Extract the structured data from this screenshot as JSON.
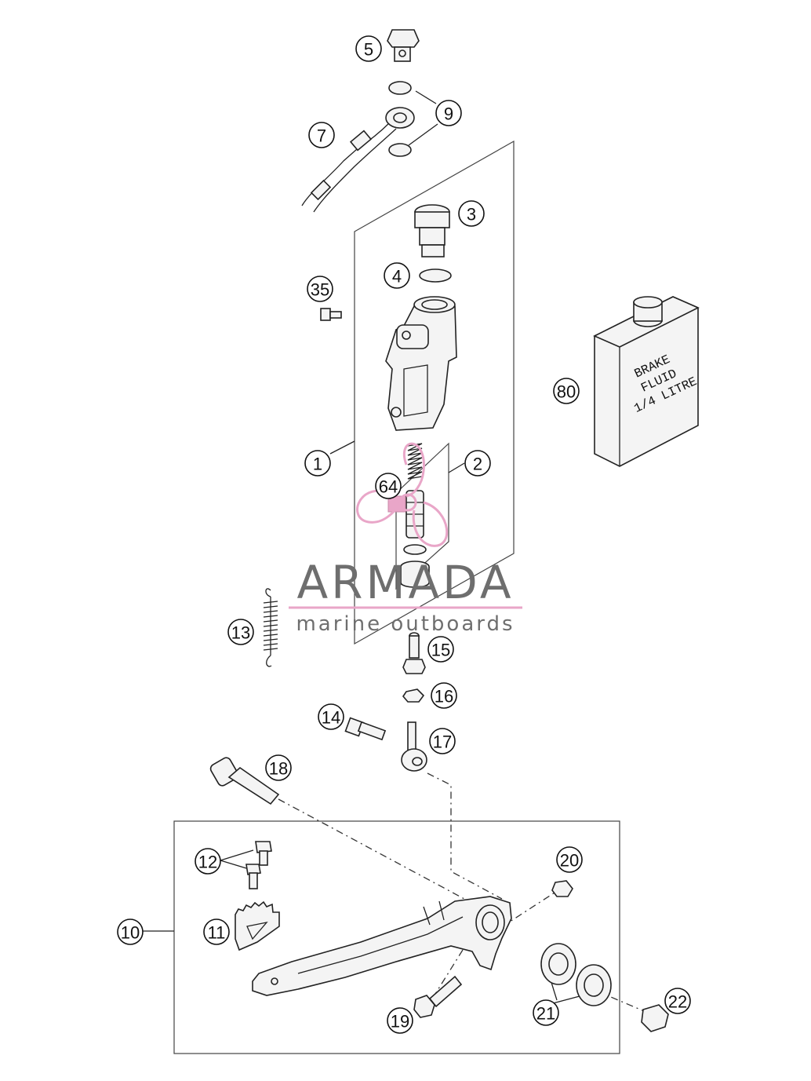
{
  "callouts": [
    {
      "id": "5",
      "label": "5"
    },
    {
      "id": "9",
      "label": "9"
    },
    {
      "id": "7",
      "label": "7"
    },
    {
      "id": "3",
      "label": "3"
    },
    {
      "id": "4",
      "label": "4"
    },
    {
      "id": "35",
      "label": "35"
    },
    {
      "id": "80",
      "label": "80"
    },
    {
      "id": "1",
      "label": "1"
    },
    {
      "id": "2",
      "label": "2"
    },
    {
      "id": "64",
      "label": "64"
    },
    {
      "id": "13",
      "label": "13"
    },
    {
      "id": "15",
      "label": "15"
    },
    {
      "id": "16",
      "label": "16"
    },
    {
      "id": "14",
      "label": "14"
    },
    {
      "id": "17",
      "label": "17"
    },
    {
      "id": "18",
      "label": "18"
    },
    {
      "id": "12",
      "label": "12"
    },
    {
      "id": "20",
      "label": "20"
    },
    {
      "id": "10",
      "label": "10"
    },
    {
      "id": "11",
      "label": "11"
    },
    {
      "id": "22",
      "label": "22"
    },
    {
      "id": "21",
      "label": "21"
    },
    {
      "id": "19",
      "label": "19"
    }
  ],
  "bottle": {
    "line1": "BRAKE",
    "line2": "FLUID",
    "line3": "1/4 LITRE"
  },
  "watermark": {
    "brand": "ARMADA",
    "tagline": "marine outboards",
    "color": "#e9a6c8"
  }
}
